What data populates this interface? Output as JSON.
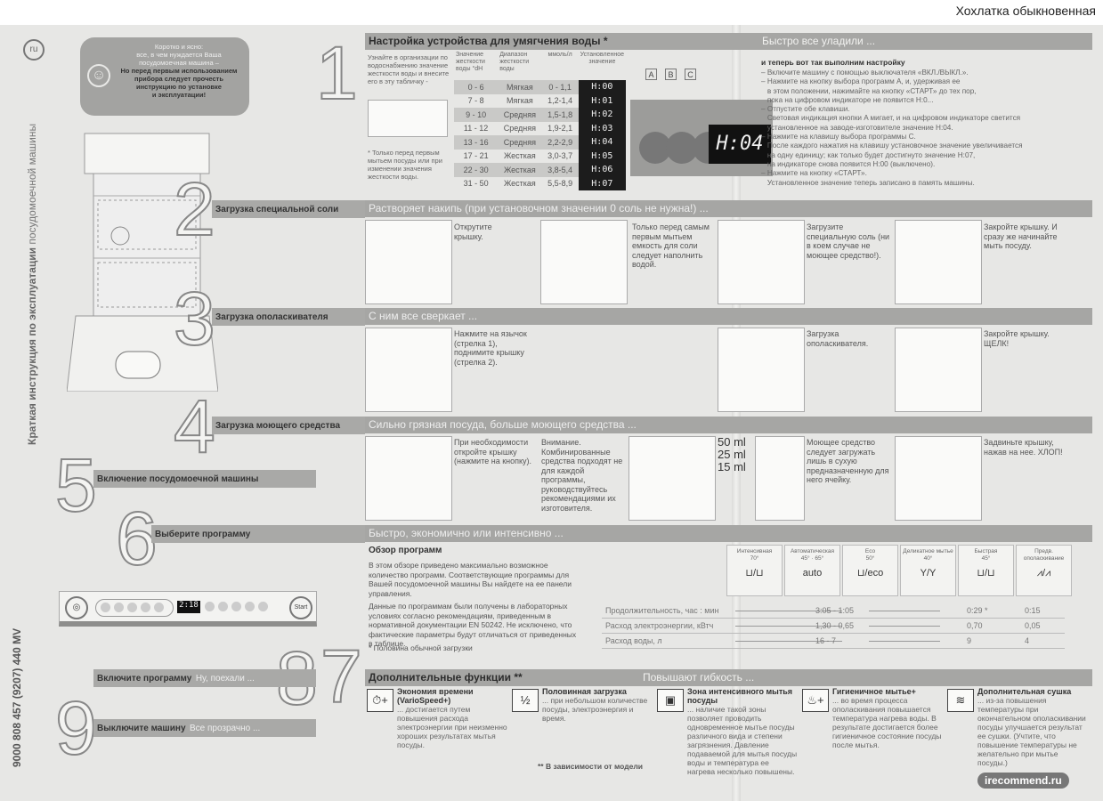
{
  "reviewer_title": "Хохлатка обыкновенная",
  "side": {
    "lang": "ru",
    "title_bold": "Краткая инструкция по эксплуатации",
    "title_rest": "посудомоечной машины",
    "code": "9000 808 457 (9207) 440 MV"
  },
  "note": {
    "line1": "Коротко и ясно:",
    "line2": "все, в чем нуждается Ваша",
    "line3": "посудомоечная машина –",
    "bold1": "Но перед первым использованием",
    "bold2": "прибора следует прочесть",
    "bold3": "инструкцию по установке",
    "bold4": "и эксплуатации!"
  },
  "steps": {
    "n1": "1",
    "n2": "2",
    "n3": "3",
    "n4": "4",
    "n5": "5",
    "n6": "6",
    "n7": "7",
    "n8": "8",
    "n9": "9",
    "s2": "Загрузка специальной соли",
    "s3": "Загрузка ополаскивателя",
    "s4": "Загрузка моющего средства",
    "s5": "Включение посудомоечной машины",
    "s6": "Выберите программу",
    "s8_bold": "Включите программу",
    "s8_rest": "Ну, поехали ...",
    "s9_bold": "Выключите машину",
    "s9_rest": "Все прозрачно ..."
  },
  "sec1": {
    "title": "Настройка устройства для умягчения воды *",
    "tagline": "Быстро все уладили ...",
    "intro": "Узнайте в организации по водоснабжению значение жесткости воды и внесите его в эту табличку -",
    "footnote": "* Только перед первым мытьем посуды или при изменении значения жесткости воды.",
    "headers": [
      "Значение жесткости воды °dH",
      "Диапазон жесткости воды",
      "ммоль/л",
      "Установленное значение"
    ],
    "rows": [
      [
        "0 - 6",
        "Мягкая",
        "0 - 1,1",
        "H:00"
      ],
      [
        "7 - 8",
        "Мягкая",
        "1,2-1,4",
        "H:01"
      ],
      [
        "9 - 10",
        "Средняя",
        "1,5-1,8",
        "H:02"
      ],
      [
        "11 - 12",
        "Средняя",
        "1,9-2,1",
        "H:03"
      ],
      [
        "13 - 16",
        "Средняя",
        "2,2-2,9",
        "H:04"
      ],
      [
        "17 - 21",
        "Жесткая",
        "3,0-3,7",
        "H:05"
      ],
      [
        "22 - 30",
        "Жесткая",
        "3,8-5,4",
        "H:06"
      ],
      [
        "31 - 50",
        "Жесткая",
        "5,5-8,9",
        "H:07"
      ]
    ],
    "btns": [
      "A",
      "B",
      "C"
    ],
    "display": "H:04",
    "instr_title": "и теперь вот так выполним настройку",
    "instr": [
      "– Включите машину с помощью выключателя «ВКЛ./ВЫКЛ.».",
      "– Нажмите на кнопку выбора программ A, и, удерживая ее",
      "   в этом положении, нажимайте на кнопку «СТАРТ» до тех пор,",
      "   пока на цифровом индикаторе не появится H:0...",
      "– Отпустите обе клавиши.",
      "   Световая индикация кнопки A мигает, и на цифровом индикаторе светится",
      "   установленное на заводе-изготовителе значение H:04.",
      "– Нажмите на клавишу выбора программы C.",
      "   После каждого нажатия на клавишу установочное значение увеличивается",
      "   на одну единицу; как только будет достигнуто значение H:07,",
      "   на индикаторе снова появится H:00 (выключено).",
      "– Нажмите на кнопку «СТАРТ».",
      "   Установленное значение теперь записано в память машины."
    ]
  },
  "sec2": {
    "tagline": "Растворяет накипь (при установочном значении 0 соль не нужна!) ...",
    "c1": "Открутите крышку.",
    "c2": "Только перед самым первым мытьем емкость для соли следует наполнить водой.",
    "c3": "Загрузите специальную соль (ни в коем случае не моющее средство!).",
    "c4": "Закройте крышку. И сразу же начинайте мыть посуду."
  },
  "sec3": {
    "tagline": "С ним все сверкает ...",
    "c1": "Нажмите на язычок (стрелка 1), поднимите крышку (стрелка 2).",
    "c2": "Загрузка ополаскивателя.",
    "c3": "Закройте крышку. ЩЕЛК!"
  },
  "sec4": {
    "tagline": "Сильно грязная посуда, больше моющего средства ...",
    "c1": "При необходимости откройте крышку (нажмите на кнопку).",
    "c2": "Внимание. Комбинированные средства подходят не для каждой программы, руководствуйтесь рекомендациями их изготовителя.",
    "ml": [
      "50 ml",
      "25 ml",
      "15 ml"
    ],
    "c3": "Моющее средство следует загружать лишь в сухую предназначенную для него ячейку.",
    "c4": "Задвиньте крышку, нажав на нее. ХЛОП!"
  },
  "sec6": {
    "tagline": "Быстро, экономично или интенсивно ...",
    "title": "Обзор программ",
    "p1": "В этом обзоре приведено максимально возможное количество программ. Соответствующие программы для Вашей посудомоечной машины Вы найдете на ее панели управления.",
    "p2": "Данные по программам были получены в лабораторных условиях согласно рекомендациям, приведенным в нормативной документации EN 50242. Не исключено, что фактические параметры будут отличаться от приведенных в таблице.",
    "p3": "* Половина обычной загрузки",
    "programs": [
      {
        "name": "Интенсивная",
        "temp": "70°",
        "icon": "⊔/⊔"
      },
      {
        "name": "Автоматическая",
        "temp": "45° · 65°",
        "icon": "auto"
      },
      {
        "name": "Eco",
        "temp": "50°",
        "icon": "⊔/eco"
      },
      {
        "name": "Деликатное мытье",
        "temp": "40°",
        "icon": "Y/Y"
      },
      {
        "name": "Быстрая",
        "temp": "45°",
        "icon": "⊔/⊔"
      },
      {
        "name": "Предв. ополаскивание",
        "temp": "",
        "icon": "⩘/⩘"
      }
    ],
    "metrics": [
      {
        "label": "Продолжительность, час : мин",
        "range": "3:05 - 1:05",
        "v1": "0:29 *",
        "v2": "0:15"
      },
      {
        "label": "Расход электроэнергии, кВтч",
        "range": "1,30 - 0,65",
        "v1": "0,70",
        "v2": "0,05"
      },
      {
        "label": "Расход воды, л",
        "range": "16 - 7",
        "v1": "9",
        "v2": "4"
      }
    ],
    "panel_display": "2:18",
    "start": "Start"
  },
  "sec7": {
    "title": "Дополнительные функции **",
    "tagline": "Повышают гибкость ...",
    "footnote": "** В зависимости от модели",
    "funcs": [
      {
        "icon": "⏱+",
        "title": "Экономия времени (VarioSpeed+)",
        "desc": "... достигается путем повышения расхода электроэнергии при неизменно хороших результатах мытья посуды."
      },
      {
        "icon": "½",
        "title": "Половинная загрузка",
        "desc": "... при небольшом количестве посуды, электроэнергия и время."
      },
      {
        "icon": "▣",
        "title": "Зона интенсивного мытья посуды",
        "desc": "... наличие такой зоны позволяет проводить одновременное мытье посуды различного вида и степени загрязнения. Давление подаваемой для мытья посуды воды и температура ее нагрева несколько повышены."
      },
      {
        "icon": "♨+",
        "title": "Гигиеничное мытье+",
        "desc": "... во время процесса ополаскивания повышается температура нагрева воды. В результате достигается более гигиеничное состояние посуды после мытья."
      },
      {
        "icon": "≋",
        "title": "Дополнительная сушка",
        "desc": "... из-за повышения температуры при окончательном ополаскивании посуды улучшается результат ее сушки. (Учтите, что повышение температуры не желательно при мытье посуды.)"
      }
    ]
  },
  "watermark": "irecommend.ru"
}
